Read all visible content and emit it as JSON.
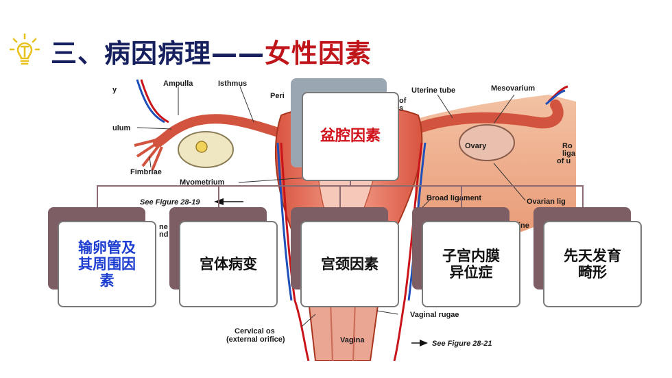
{
  "title": {
    "part1": "三、病因病理——",
    "part2": "女性因素"
  },
  "colors": {
    "title_dark": "#17205f",
    "title_red": "#c0161b",
    "box_red": "#d1121b",
    "box_blue": "#1d3ed1",
    "connector": "#8a6a70"
  },
  "icons": {
    "title_icon": "lightbulb-icon"
  },
  "anatomy_labels": {
    "ampulla": "Ampulla",
    "isthmus": "Isthmus",
    "peri": "Peri",
    "of": "of",
    "s": "s",
    "uterine_tube": "Uterine tube",
    "mesovarium": "Mesovarium",
    "ovary": "Ovary",
    "ulum": "ulum",
    "fimbriae": "Fimbriae",
    "myometrium": "Myometrium",
    "see_fig_19": "See Figure 28-19",
    "broad_ligament": "Broad ligament",
    "ovarian_lig": "Ovarian lig",
    "ro": "Ro",
    "liga": "liga",
    "ofu": "of u",
    "y": "y",
    "ne": "ne",
    "nd": "nd",
    "ine": "ine",
    "vaginal_rugae": "Vaginal rugae",
    "cervical_os": "Cervical os",
    "external_orifice": "(external orifice)",
    "vagina": "Vagina",
    "see_fig_21": "See Figure 28-21"
  },
  "diagram": {
    "root": "盆腔因素",
    "children": [
      {
        "label": "输卵管及\n其周围因\n素",
        "color": "blue"
      },
      {
        "label": "宫体病变",
        "color": "black"
      },
      {
        "label": "宫颈因素",
        "color": "black"
      },
      {
        "label": "子宫内膜\n异位症",
        "color": "black"
      },
      {
        "label": "先天发育\n畸形",
        "color": "black"
      }
    ]
  }
}
